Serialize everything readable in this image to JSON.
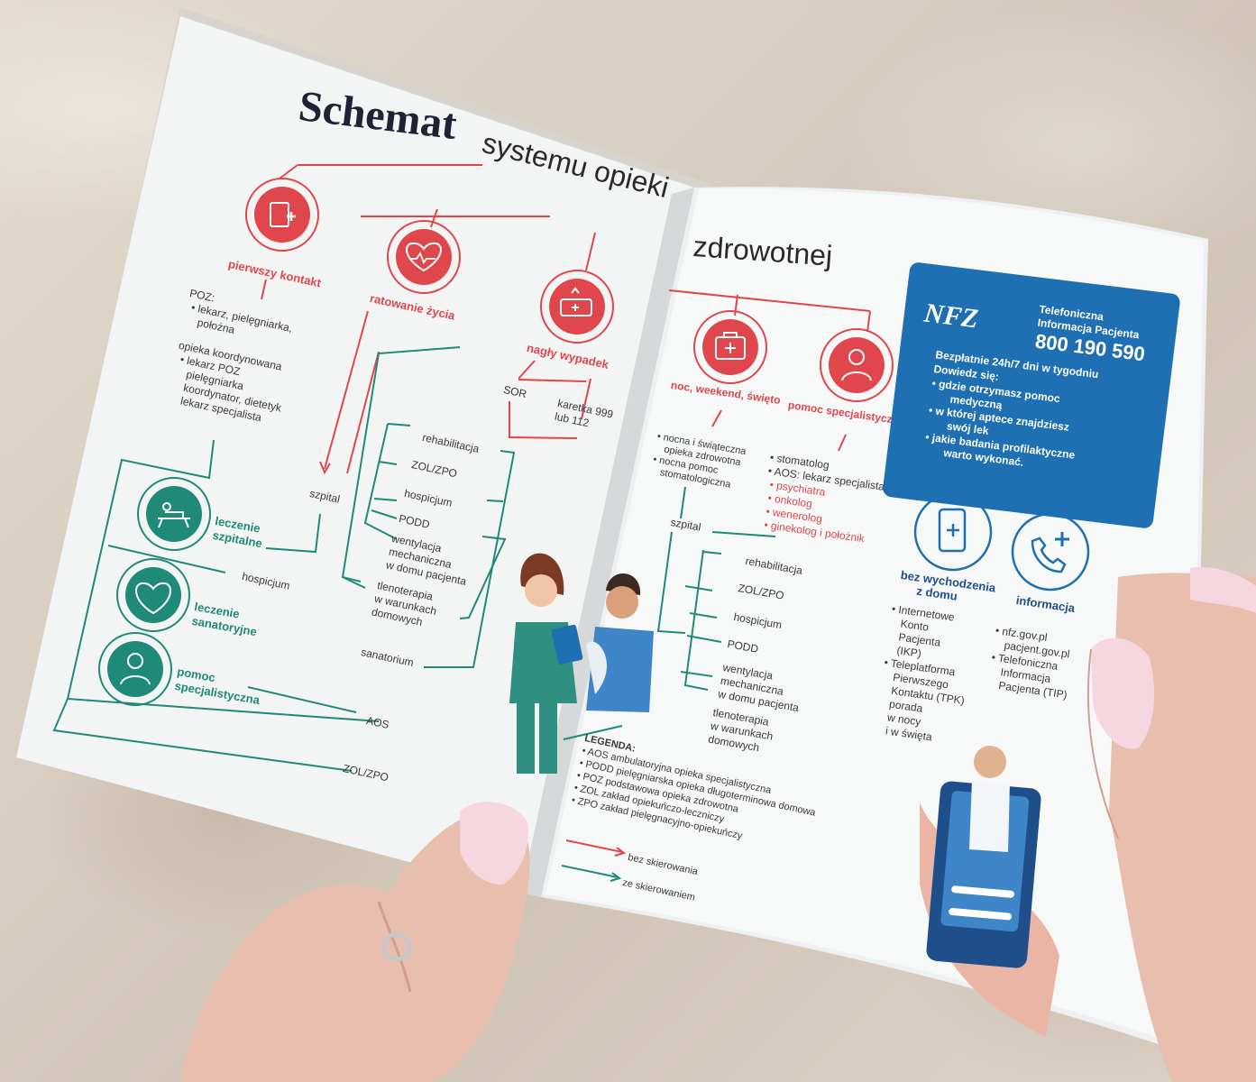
{
  "title": {
    "bold": "Schemat",
    "rest1": "systemu opieki",
    "rest2": "zdrowotnej"
  },
  "left_page": {
    "nodes": {
      "pierwszy_kontakt": "pierwszy kontakt",
      "ratowanie_zycia": "ratowanie życia",
      "nagly_wypadek": "nagły wypadek",
      "leczenie_szpitalne": [
        "leczenie",
        "szpitalne"
      ],
      "leczenie_sanatoryjne": [
        "leczenie",
        "sanatoryjne"
      ],
      "pomoc_specjalistyczna": [
        "pomoc",
        "specjalistyczna"
      ]
    },
    "poz": {
      "label": "POZ:",
      "item1": [
        "lekarz, pielęgniarka,",
        "położna"
      ],
      "coord_label": "opieka koordynowana",
      "item2": [
        "lekarz POZ",
        "pielęgniarka",
        "koordynator, dietetyk",
        "lekarz specjalista"
      ]
    },
    "sor": "SOR",
    "karetka": [
      "karetka 999",
      "lub 112"
    ],
    "szpital": "szpital",
    "hospital_items": [
      "rehabilitacja",
      "ZOL/ZPO",
      "hospicjum",
      "PODD",
      "wentylacja",
      "mechaniczna",
      "w domu pacjenta",
      "tlenoterapia",
      "w warunkach",
      "domowych"
    ],
    "hospicjum": "hospicjum",
    "sanatorium": "sanatorium",
    "aos": "AOS",
    "zol_zpo": "ZOL/ZPO"
  },
  "right_page": {
    "nodes": {
      "noc": "noc, weekend, święto",
      "pomoc_spec": "pomoc specjalistyczna",
      "bez_wychodzenia": [
        "bez wychodzenia",
        "z domu"
      ],
      "informacja": "informacja"
    },
    "noc_items": [
      "nocna i świąteczna",
      "opieka zdrowotna",
      "nocna pomoc",
      "stomatologiczna"
    ],
    "spec_items": [
      "stomatolog",
      "AOS: lekarz specjalista"
    ],
    "spec_sub": [
      "psychiatra",
      "onkolog",
      "wenerolog",
      "ginekolog i położnik"
    ],
    "szpital": "szpital",
    "hospital_items": [
      "rehabilitacja",
      "ZOL/ZPO",
      "hospicjum",
      "PODD",
      "wentylacja",
      "mechaniczna",
      "w domu pacjenta",
      "tlenoterapia",
      "w warunkach",
      "domowych"
    ],
    "online": [
      "Internetowe",
      "Konto",
      "Pacjenta",
      "(IKP)",
      "Teleplatforma",
      "Pierwszego",
      "Kontaktu (TPK)",
      "porada",
      "w nocy",
      "i w święta"
    ],
    "info": [
      "nfz.gov.pl",
      "pacjent.gov.pl",
      "Telefoniczna",
      "Informacja",
      "Pacjenta (TIP)"
    ],
    "legend": {
      "title": "LEGENDA:",
      "items": [
        "AOS ambulatoryjna opieka specjalistyczna",
        "PODD pielęgniarska opieka długoterminowa domowa",
        "POZ podstawowa opieka zdrowotna",
        "ZOL zakład opiekuńczo-leczniczy",
        "ZPO zakład pielęgnacyjno-opiekuńczy"
      ],
      "red": "bez skierowania",
      "green": "ze skierowaniem"
    },
    "nfz": {
      "logo": "NFZ",
      "line1": "Telefoniczna",
      "line2": "Informacja Pacjenta",
      "phone": "800 190 590",
      "free": "Bezpłatnie 24h/7 dni w tygodniu",
      "learn": "Dowiedz się:",
      "bullets": [
        "gdzie otrzymasz pomoc",
        "medyczną",
        "w której aptece znajdziesz",
        "swój lek",
        "jakie badania profilaktyczne",
        "warto wykonać."
      ]
    }
  },
  "colors": {
    "red": "#e0474c",
    "green": "#1f8a78",
    "blue": "#1f6fb3"
  }
}
